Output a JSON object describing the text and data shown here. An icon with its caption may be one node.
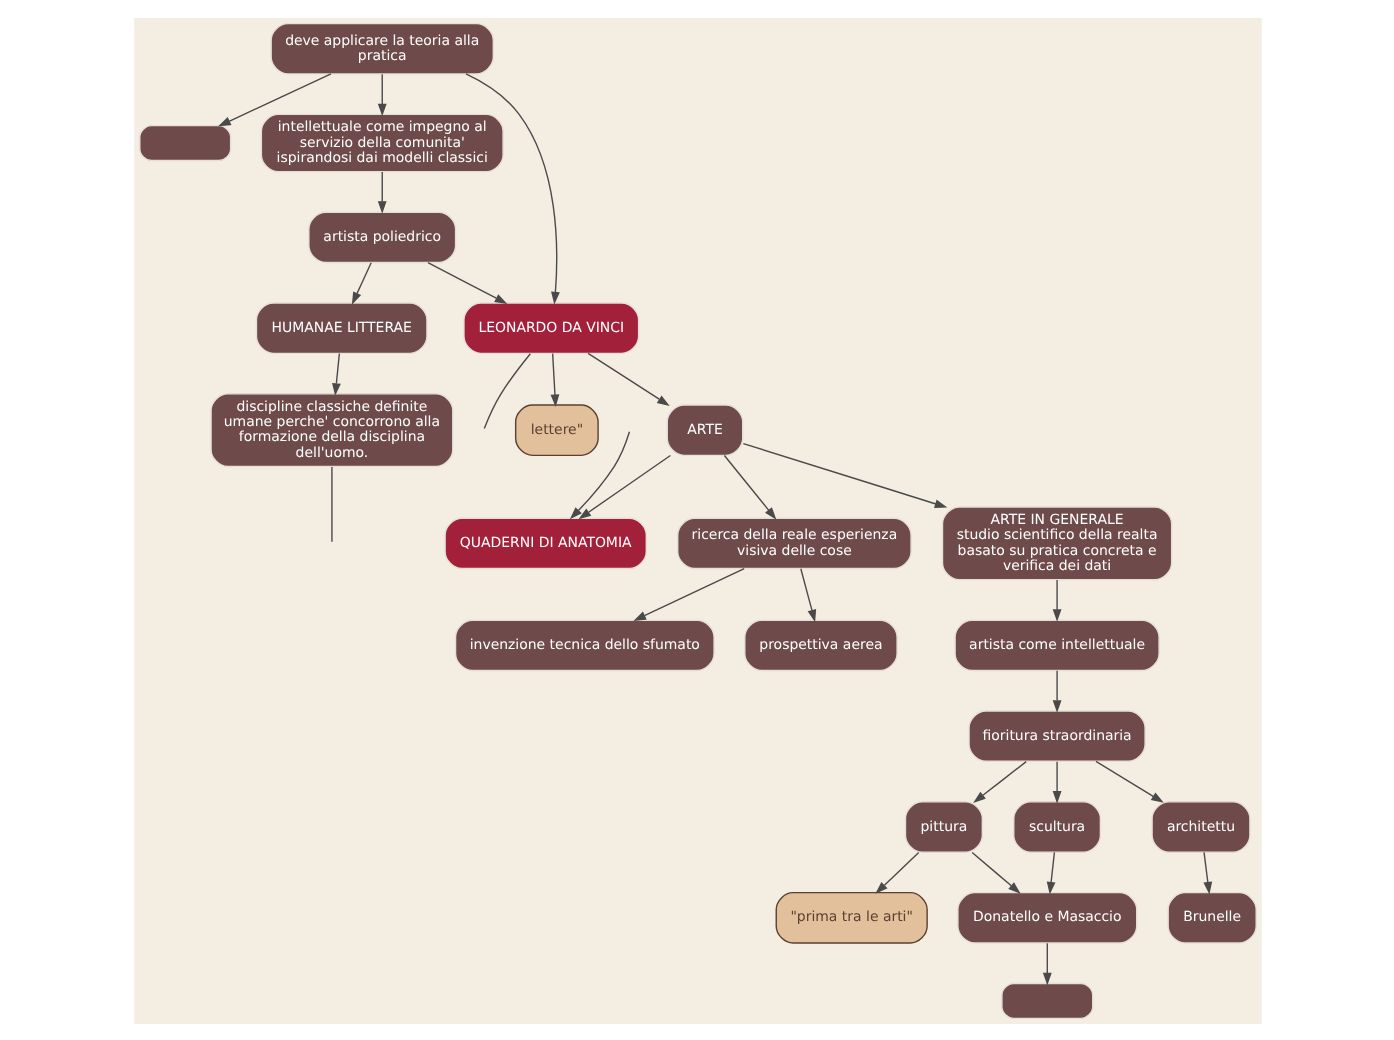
{
  "diagram": {
    "nodes": [
      {
        "text": [],
        "shape": "box"
      },
      {
        "text": [
          "deve applicare la teoria alla pratica"
        ]
      },
      {
        "text": [
          "intellettuale come impegno al servizio della comunita' ispirandosi dai modelli classici"
        ]
      },
      {
        "text": [
          "artista poliedrico"
        ]
      },
      {
        "text": [
          "lettere\""
        ]
      },
      {
        "text": [
          "LEONARDO DA VINCI"
        ]
      },
      {
        "text": [
          "HUMANAE LITTERAE"
        ]
      },
      {
        "text": [
          "discipline classiche definite umane perche' concorrono alla formazione della disciplina dell'uomo."
        ]
      },
      {
        "text": [
          "ARTE"
        ]
      },
      {
        "text": [
          "QUADERNI DI ANATOMIA"
        ]
      },
      {
        "text": [
          "ricerca della reale esperienza visiva delle cose"
        ]
      },
      {
        "text": [
          "ARTE IN GENERALE",
          "studio scientifico della realta basato su pratica concreta e verifica dei dati"
        ]
      },
      {
        "text": [
          "prospettiva aerea"
        ]
      },
      {
        "text": [
          "invenzione tecnica dello sfumato"
        ]
      },
      {
        "text": [
          "artista come intellettuale"
        ]
      },
      {
        "text": [
          "fioritura straordinaria"
        ]
      },
      {
        "text": [
          "\"prima tra le arti\""
        ]
      },
      {
        "text": [
          "pittura"
        ]
      },
      {
        "text": [
          "scultura"
        ]
      },
      {
        "text": [
          "architettu"
        ]
      },
      {
        "text": [
          "Donatello e Masaccio"
        ]
      },
      {
        "text": [
          "Brunelle"
        ]
      },
      {
        "text": [],
        "shape": "box"
      }
    ],
    "edges": [
      {
        "from": 1,
        "to": 0,
        "arrow": "to"
      },
      {
        "from": 1,
        "to": 2,
        "arrow": "to"
      },
      {
        "from": 1,
        "to": 5,
        "arrow": "to"
      },
      {
        "from": 2,
        "to": 3,
        "arrow": "to"
      },
      {
        "from": 3,
        "to": 5,
        "arrow": "to"
      },
      {
        "from": 3,
        "to": 6,
        "arrow": "to"
      },
      {
        "from": 5,
        "to": 4,
        "arrow": "to"
      },
      {
        "from": 5,
        "to": null,
        "arrow": "none"
      },
      {
        "from": null,
        "to": 9,
        "arrow": "to"
      },
      {
        "from": 5,
        "to": 8,
        "arrow": "to"
      },
      {
        "from": 6,
        "to": 7,
        "arrow": "to"
      },
      {
        "from": 7,
        "to": null,
        "arrow": "none"
      },
      {
        "from": 8,
        "to": 9,
        "arrow": "to"
      },
      {
        "from": 8,
        "to": 10,
        "arrow": "to"
      },
      {
        "from": 8,
        "to": 11,
        "arrow": "to"
      },
      {
        "from": 10,
        "to": 12,
        "arrow": "to"
      },
      {
        "from": 10,
        "to": 13,
        "arrow": "to"
      },
      {
        "from": 11,
        "to": 14,
        "arrow": "to"
      },
      {
        "from": 14,
        "to": 15,
        "arrow": "to"
      },
      {
        "from": 15,
        "to": 17,
        "arrow": "to"
      },
      {
        "from": 15,
        "to": 18,
        "arrow": "to"
      },
      {
        "from": 15,
        "to": 19,
        "arrow": "to"
      },
      {
        "from": 17,
        "to": 16,
        "arrow": "to"
      },
      {
        "from": 17,
        "to": 20,
        "arrow": "to"
      },
      {
        "from": 18,
        "to": 20,
        "arrow": "to"
      },
      {
        "from": 19,
        "to": 21,
        "arrow": "to"
      },
      {
        "from": 20,
        "to": 22,
        "arrow": "to"
      }
    ]
  }
}
